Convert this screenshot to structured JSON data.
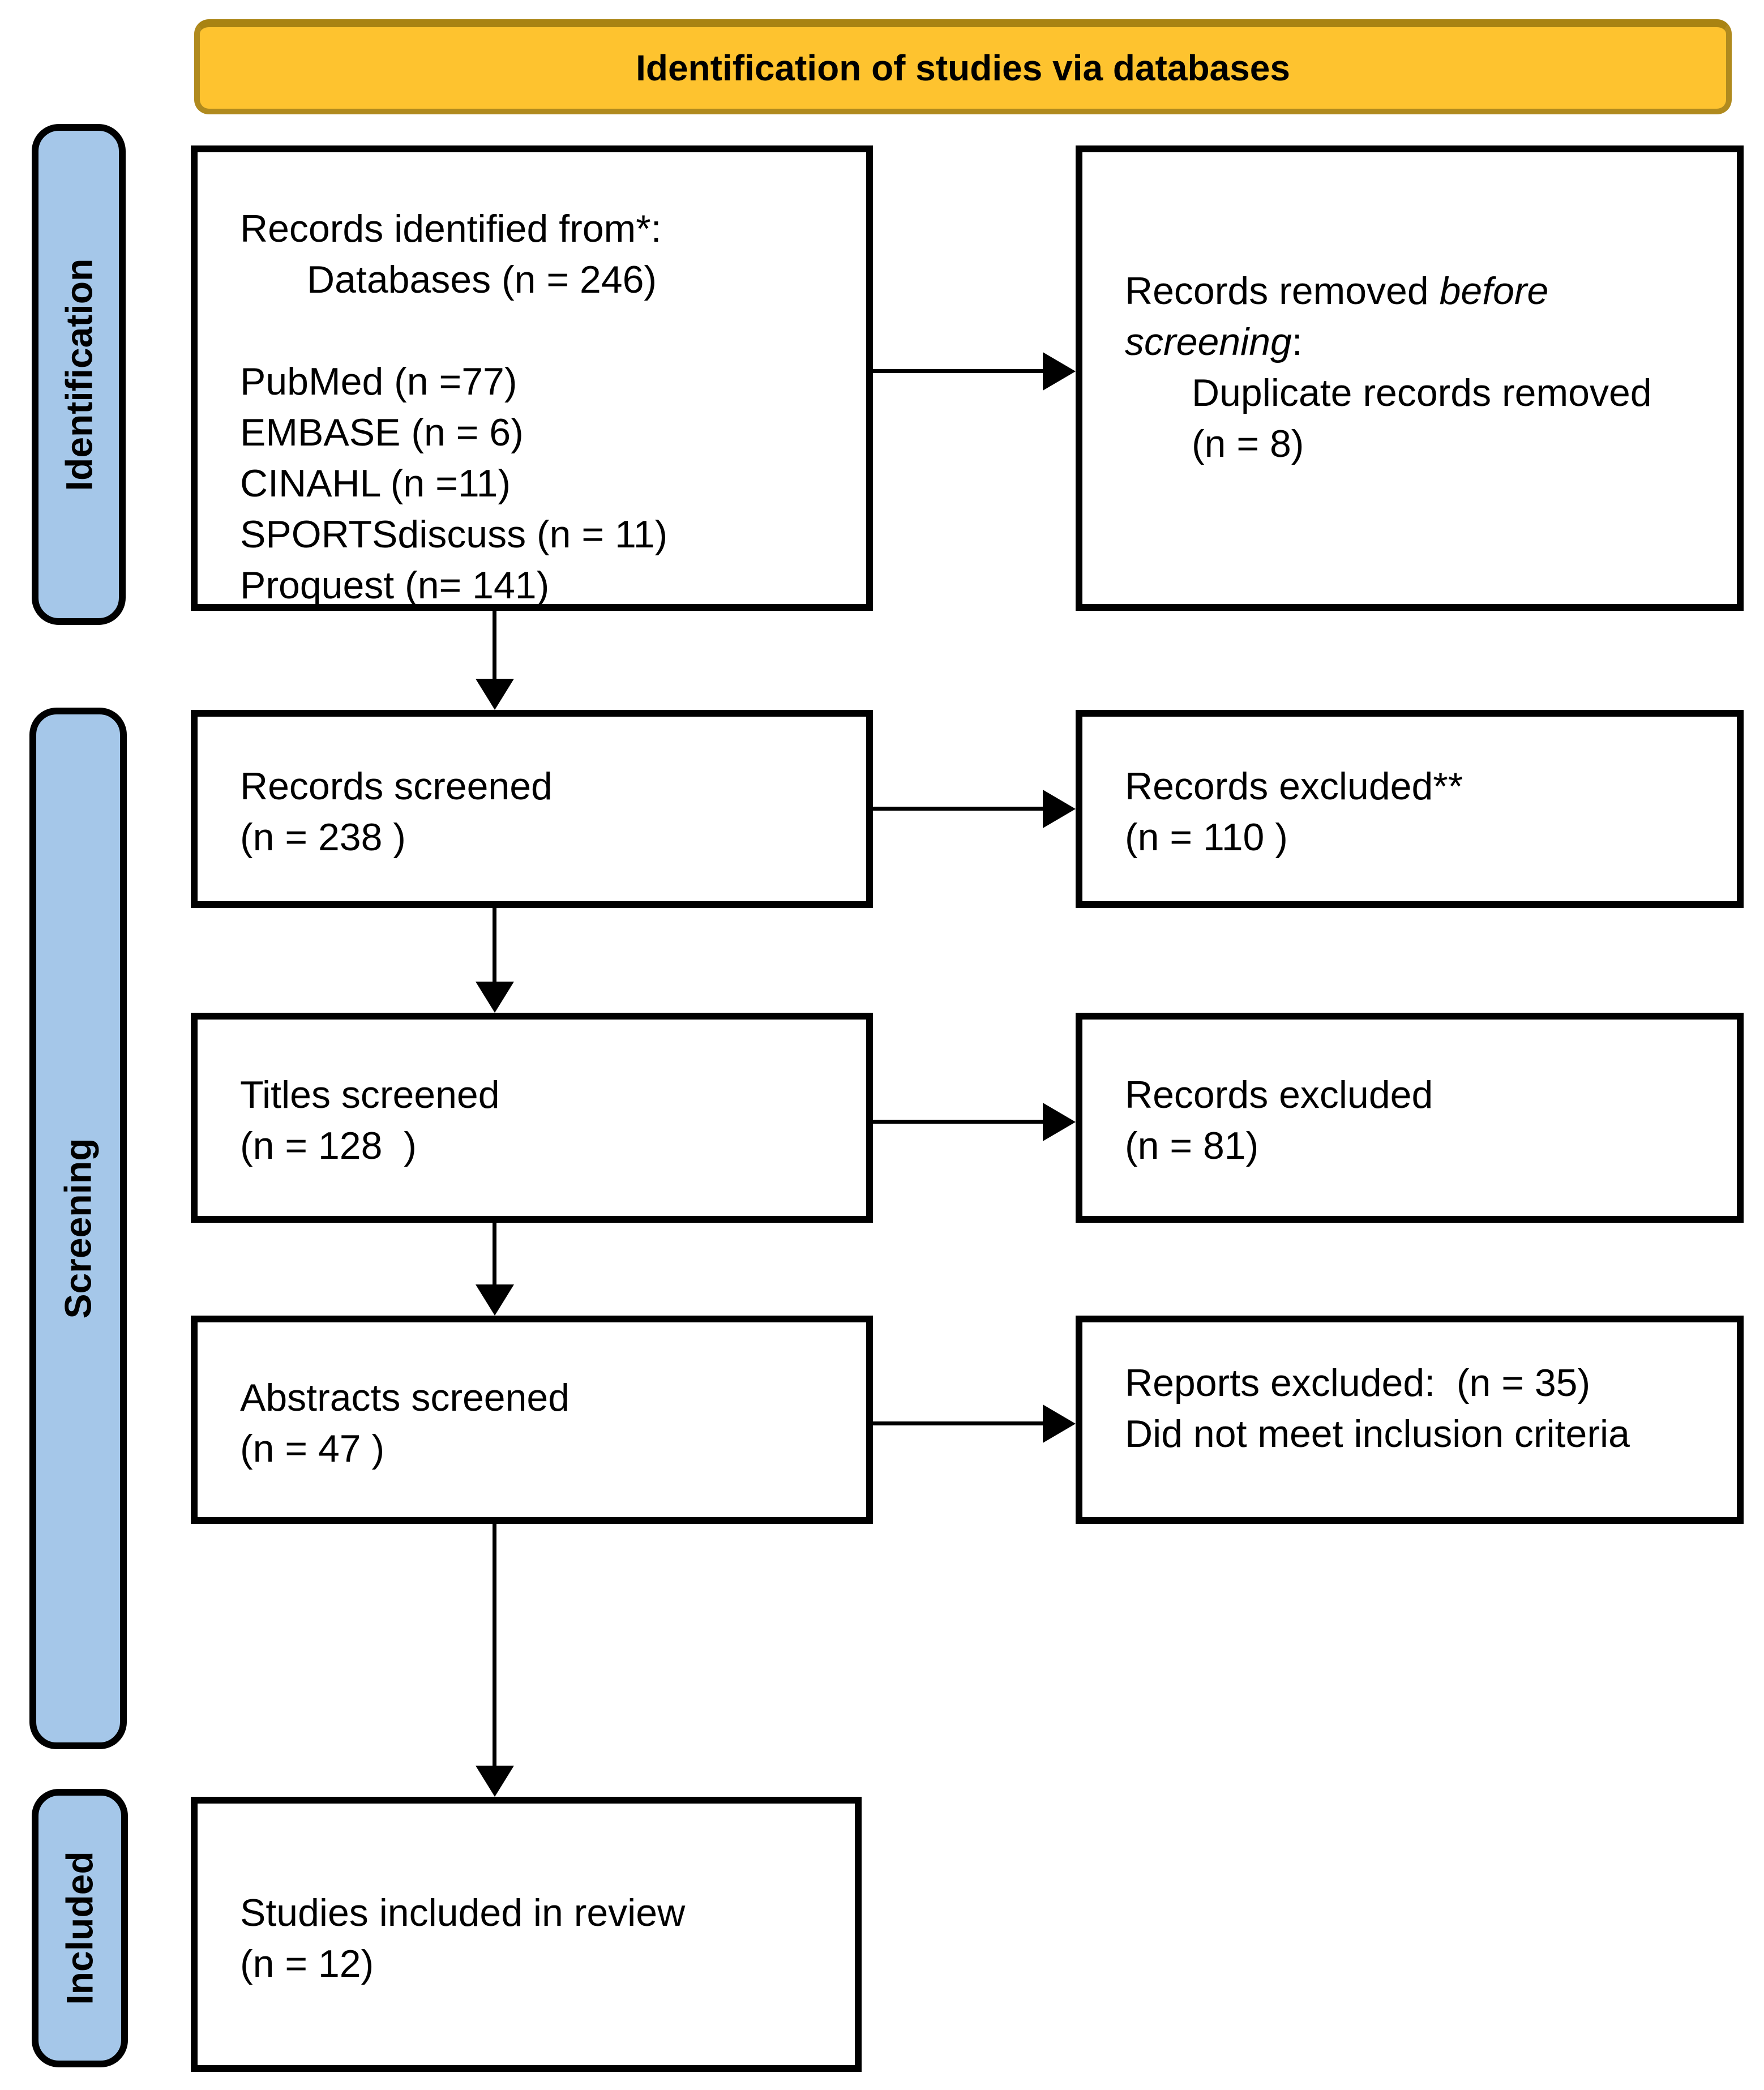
{
  "title": "Identification of studies via databases",
  "sidebar": {
    "identification": "Identification",
    "screening": "Screening",
    "included": "Included"
  },
  "flow": {
    "records_identified": {
      "heading": "Records identified from*:",
      "subheading": "Databases (n = 246)",
      "sources": [
        "PubMed (n =77)",
        "EMBASE (n = 6)",
        "CINAHL (n =11)",
        "SPORTSdiscuss (n = 11)",
        "Proquest (n= 141)"
      ]
    },
    "records_removed": {
      "prefix": "Records removed ",
      "italic_word1": "before",
      "italic_word2": "screening",
      "suffix": ":",
      "detail": "Duplicate records removed",
      "count": "(n = 8)"
    },
    "records_screened": {
      "label": "Records screened",
      "count": "(n = 238 )"
    },
    "records_excluded_1": {
      "label": "Records excluded**",
      "count": "(n = 110 )"
    },
    "titles_screened": {
      "label": "Titles screened",
      "count": "(n = 128  )"
    },
    "records_excluded_2": {
      "label": "Records excluded",
      "count": "(n = 81)"
    },
    "abstracts_screened": {
      "label": "Abstracts screened",
      "count": "(n = 47 )"
    },
    "reports_excluded": {
      "line1": "Reports excluded:  (n = 35)",
      "line2": "Did not meet inclusion criteria"
    },
    "studies_included": {
      "label": "Studies included in review",
      "count": "(n = 12)"
    }
  },
  "colors": {
    "banner_fill": "#FEC32F",
    "banner_border": "#B08A1E",
    "stage_fill": "#A5C7E9",
    "box_border": "#000000",
    "background": "#FFFFFF"
  }
}
